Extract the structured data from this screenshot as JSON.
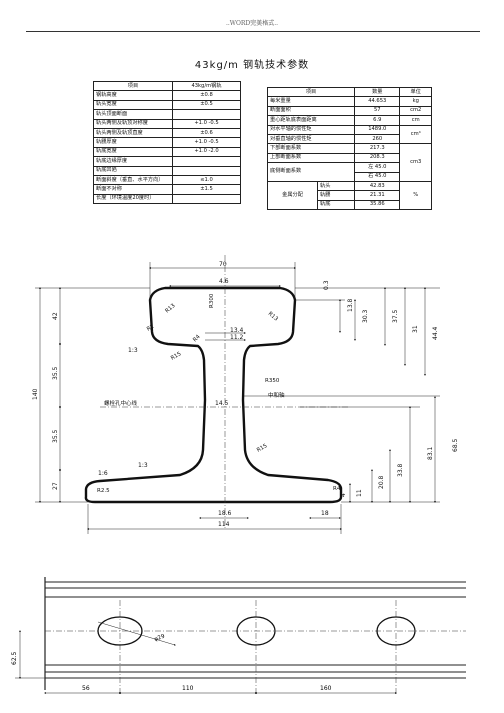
{
  "header": {
    "text": "..WORD完美格式.."
  },
  "title": "43kg/m 钢轨技术参数",
  "left_table": {
    "head": [
      "项目",
      "43kg/m钢轨"
    ],
    "rows": [
      {
        "name": "钢轨高度",
        "value": "±0.8"
      },
      {
        "name": "轨头宽度",
        "value": "±0.5"
      },
      {
        "name": "轨头顶面断面",
        "value": ""
      },
      {
        "name": "轨头两侧及轨顶对称度",
        "value": "+1.0 -0.5"
      },
      {
        "name": "轨头两侧及轨顶直度",
        "value": "±0.6"
      },
      {
        "name": "轨腰厚度",
        "value": "+1.0 -0.5"
      },
      {
        "name": "轨底宽度",
        "value": "+1.0 -2.0"
      },
      {
        "name": "轨底边缘厚度",
        "value": ""
      },
      {
        "name": "轨底凹陷",
        "value": ""
      },
      {
        "name": "断面斜度（垂直、水平方向）",
        "value": "≤1.0"
      },
      {
        "name": "断面不对称",
        "value": "±1.5"
      },
      {
        "name": "长度（环境温度20度时）",
        "value": ""
      }
    ]
  },
  "right_table": {
    "head": [
      "项目",
      "数量",
      "单位"
    ],
    "rows": [
      {
        "name": "每米重量",
        "value": "44.653",
        "unit": "kg"
      },
      {
        "name": "断面面积",
        "value": "57",
        "unit": "cm2"
      },
      {
        "name": "重心距轨底表面距离",
        "value": "6.9",
        "unit": "cm"
      },
      {
        "name": "对水平轴的惯性矩",
        "value": "1489.0",
        "unit": "cm⁴"
      },
      {
        "name": "对垂直轴的惯性矩",
        "value": "260",
        "unit": ""
      },
      {
        "name": "下部断面系数",
        "value": "217.3",
        "unit": "cm3"
      },
      {
        "name": "上部断面系数",
        "value": "208.3",
        "unit": ""
      },
      {
        "name": "底侧断面系数",
        "value": "左 45.0",
        "unit": ""
      },
      {
        "name": "",
        "value": "右 45.0",
        "unit": ""
      }
    ],
    "metal": {
      "group": "金属分配",
      "unit": "%",
      "rows": [
        {
          "part": "轨头",
          "value": "42.83"
        },
        {
          "part": "轨腰",
          "value": "21.31"
        },
        {
          "part": "轨底",
          "value": "35.86"
        }
      ]
    }
  },
  "section_drawing": {
    "dims_top": [
      "70",
      "4.6"
    ],
    "dims_right": [
      "0.3",
      "13.8",
      "30.3",
      "37.5",
      "31",
      "44.4",
      "83.1",
      "68.5",
      "33.8",
      "20.8",
      "11",
      "4"
    ],
    "dims_left": [
      "42",
      "35.5",
      "35.5",
      "27",
      "140"
    ],
    "bottom_dims": [
      "18.6",
      "18",
      "114"
    ],
    "radii": [
      "R13",
      "R300",
      "R13",
      "R2",
      "R4",
      "R15",
      "R350",
      "R15",
      "R2.5",
      "R4"
    ],
    "misc": [
      "13.4",
      "11.2",
      "14.5",
      "1:3",
      "1:3",
      "1:6"
    ],
    "labels": {
      "bolt_hole_center": "螺栓孔中心线",
      "neutral_axis": "中和轴"
    }
  },
  "bolt_drawing": {
    "hole_dia": "φ29",
    "height_dim": "62.5",
    "spacing_dims": [
      "56",
      "110",
      "160"
    ]
  }
}
